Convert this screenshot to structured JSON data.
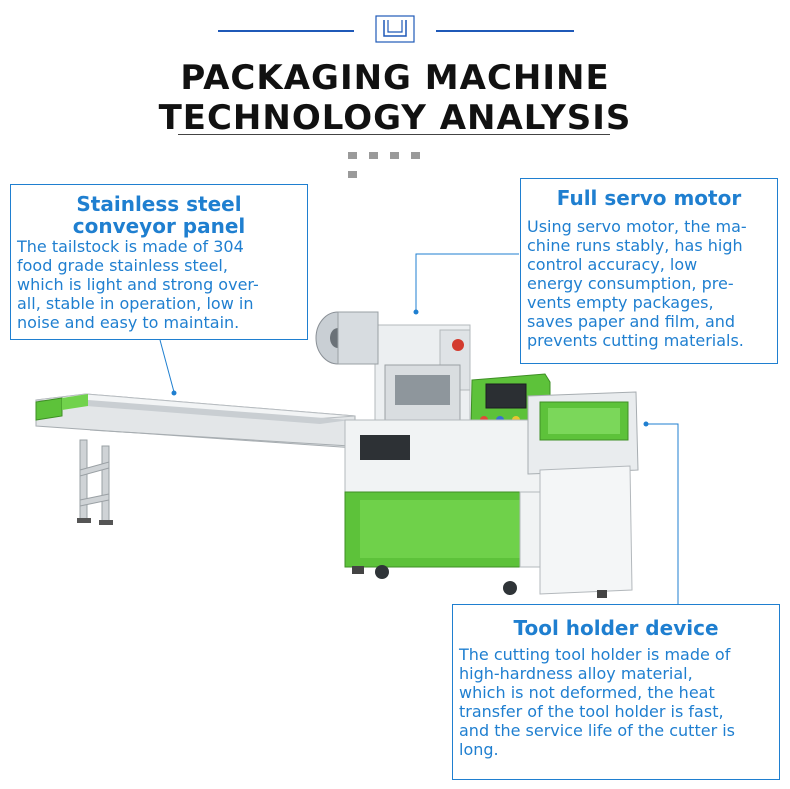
{
  "header": {
    "title_line1": "PACKAGING MACHINE",
    "title_line2": "TECHNOLOGY ANALYSIS"
  },
  "callouts": {
    "conveyor": {
      "title_line1": "Stainless steel",
      "title_line2": "conveyor panel",
      "lines": [
        "The tailstock is made of 304",
        "food grade stainless steel,",
        "which is light and strong over-",
        "all, stable in operation, low in",
        "noise and easy to maintain."
      ]
    },
    "servo": {
      "title": "Full servo motor",
      "lines": [
        "Using servo motor, the ma-",
        "chine runs stably, has high",
        "control accuracy, low",
        "energy consumption, pre-",
        "vents empty packages,",
        "saves paper and film, and",
        "prevents cutting materials."
      ]
    },
    "tool": {
      "title": "Tool holder device",
      "lines": [
        "The cutting tool holder is made of",
        "high-hardness alloy material,",
        "which is not deformed, the heat",
        "transfer of the tool holder is fast,",
        "and the service life of the cutter is",
        "long."
      ]
    }
  },
  "colors": {
    "accent_blue": "#1f7fd0",
    "machine_green": "#5dc23a",
    "title_text": "#111111"
  }
}
